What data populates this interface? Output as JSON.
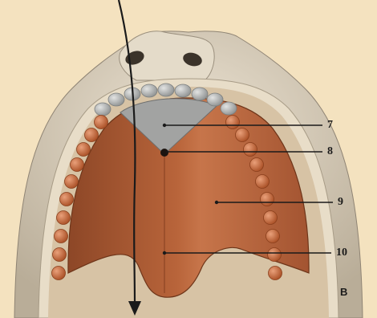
{
  "figure": {
    "panel_letter": "B",
    "labels": [
      {
        "id": "7",
        "text": "7"
      },
      {
        "id": "8",
        "text": "8"
      },
      {
        "id": "9",
        "text": "9"
      },
      {
        "id": "10",
        "text": "10"
      }
    ]
  },
  "colors": {
    "background": "#f4e2bf",
    "outer_gum": "#d7cbb6",
    "inner_rim": "#e9dfcb",
    "palate": "#c06b3c",
    "palate_dark": "#8d4727",
    "premaxilla": "#9fa0a0",
    "teeth_orange": "#c8693a",
    "teeth_grey": "#b7b9b8",
    "arrow": "#1a1a1a"
  }
}
